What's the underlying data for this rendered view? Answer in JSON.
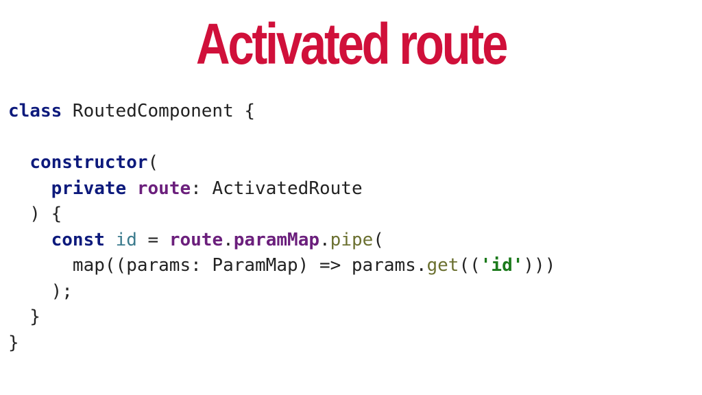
{
  "slide": {
    "title": "Activated route"
  },
  "code": {
    "line1": {
      "kw_class": "class",
      "text": " RoutedComponent {"
    },
    "line3": {
      "indent": "  ",
      "kw_constructor": "constructor",
      "paren": "("
    },
    "line4": {
      "indent": "    ",
      "kw_private": "private",
      "space": " ",
      "param": "route",
      "rest": ": ActivatedRoute"
    },
    "line5": {
      "text": "  ) {"
    },
    "line6": {
      "indent": "    ",
      "kw_const": "const",
      "space": " ",
      "ident": "id",
      "eq": " = ",
      "route": "route",
      "dot1": ".",
      "paramMap": "paramMap",
      "dot2": ".",
      "pipe": "pipe",
      "paren": "("
    },
    "line7": {
      "indent": "      ",
      "text": "map((params: ParamMap) => params.",
      "get": "get",
      "paren_open": "((",
      "str": "'id'",
      "paren_close": ")))"
    },
    "line8": {
      "text": "    );"
    },
    "line9": {
      "text": "  }"
    },
    "line10": {
      "text": "}"
    }
  },
  "colors": {
    "title": "#d0103a",
    "keyword": "#0d1a7c",
    "variable": "#6b1f7c",
    "method": "#6b7030",
    "identifier": "#3a7a8c",
    "string": "#1c7a1c",
    "text": "#222222",
    "background": "#ffffff"
  }
}
